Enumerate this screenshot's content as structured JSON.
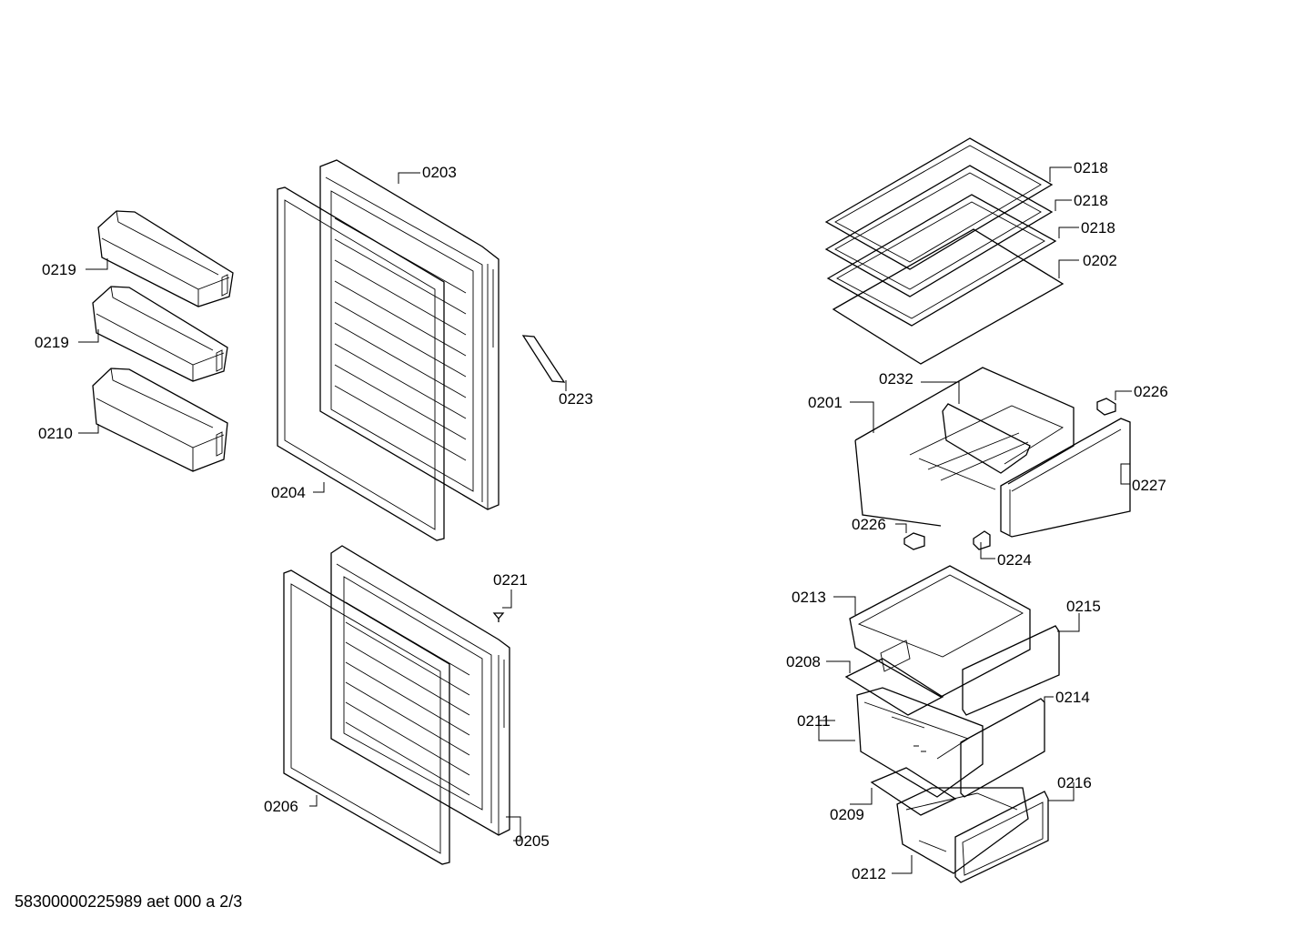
{
  "labels": {
    "p0203": "0203",
    "p0219a": "0219",
    "p0219b": "0219",
    "p0210": "0210",
    "p0223": "0223",
    "p0204": "0204",
    "p0221": "0221",
    "p0206": "0206",
    "p0205": "0205",
    "p0218a": "0218",
    "p0218b": "0218",
    "p0218c": "0218",
    "p0202": "0202",
    "p0232": "0232",
    "p0201": "0201",
    "p0226a": "0226",
    "p0227": "0227",
    "p0226b": "0226",
    "p0224": "0224",
    "p0213": "0213",
    "p0215": "0215",
    "p0208": "0208",
    "p0214": "0214",
    "p0211": "0211",
    "p0216": "0216",
    "p0209": "0209",
    "p0212": "0212"
  },
  "footer": "58300000225989 aet 000 a 2/3"
}
